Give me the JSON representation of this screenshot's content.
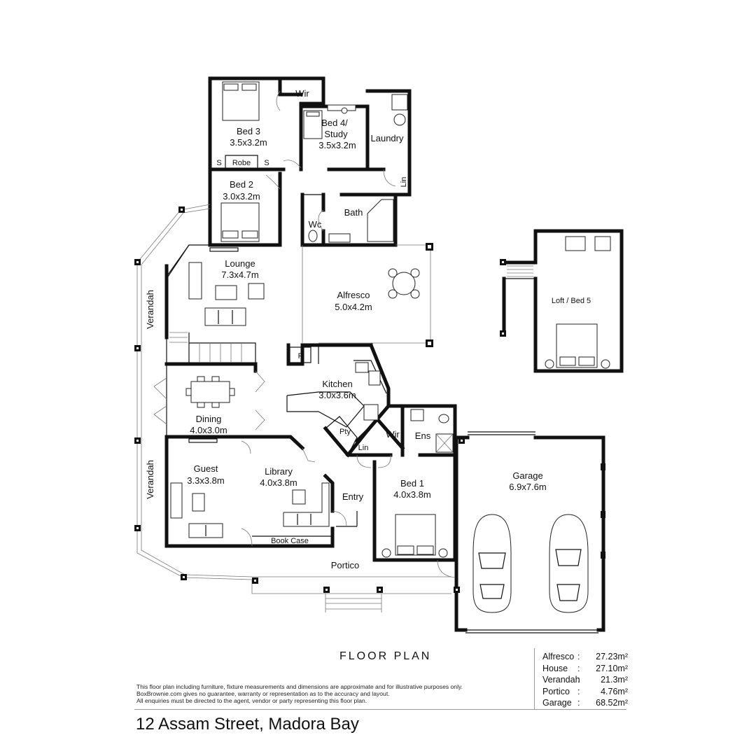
{
  "rooms": {
    "bed3": {
      "name": "Bed 3",
      "dim": "3.5x3.2m"
    },
    "wir_top": {
      "name": "Wir"
    },
    "bed4": {
      "name": "Bed 4/",
      "name2": "Study",
      "dim": "3.5x3.2m"
    },
    "laundry": {
      "name": "Laundry"
    },
    "robe": {
      "name": "Robe"
    },
    "s_left": {
      "name": "S"
    },
    "s_right": {
      "name": "S"
    },
    "lin_top": {
      "name": "Lin"
    },
    "bed2": {
      "name": "Bed 2",
      "dim": "3.0x3.2m"
    },
    "bath": {
      "name": "Bath"
    },
    "wc": {
      "name": "Wc"
    },
    "lounge": {
      "name": "Lounge",
      "dim": "7.3x4.7m"
    },
    "alfresco": {
      "name": "Alfresco",
      "dim": "5.0x4.2m"
    },
    "verandah_upper": {
      "name": "Verandah"
    },
    "verandah_lower": {
      "name": "Verandah"
    },
    "fridge": {
      "name": "F"
    },
    "kitchen": {
      "name": "Kitchen",
      "dim": "3.0x3.6m"
    },
    "pty": {
      "name": "Pty"
    },
    "lin_mid": {
      "name": "Lin"
    },
    "wir_ens": {
      "name": "Wir"
    },
    "ens": {
      "name": "Ens"
    },
    "dining": {
      "name": "Dining",
      "dim": "4.0x3.0m"
    },
    "guest": {
      "name": "Guest",
      "dim": "3.3x3.8m"
    },
    "library": {
      "name": "Library",
      "dim": "4.0x3.8m"
    },
    "entry": {
      "name": "Entry"
    },
    "bed1": {
      "name": "Bed 1",
      "dim": "4.0x3.8m"
    },
    "garage": {
      "name": "Garage",
      "dim": "6.9x7.6m"
    },
    "book_case": {
      "name": "Book Case"
    },
    "portico": {
      "name": "Portico"
    },
    "loft": {
      "name": "Loft / Bed 5"
    }
  },
  "title": "FLOOR PLAN",
  "disclaimer": [
    "This floor plan including furniture, fixture measurements and dimensions are approximate and for illustrative purposes only.",
    "BoxBrownie.com gives no guarantee, warranty or representation as to the accuracy and layout.",
    "All enquiries must be directed to the agent, vendor or party representing this floor plan."
  ],
  "areas": [
    {
      "name": "Alfresco",
      "sep": ":",
      "value": "27.23m²"
    },
    {
      "name": "House",
      "sep": ":",
      "value": "27.10m²"
    },
    {
      "name": "Verandah",
      "sep": ":",
      "value": "21.3m²"
    },
    {
      "name": "Portico",
      "sep": ":",
      "value": "4.76m²"
    },
    {
      "name": "Garage",
      "sep": ":",
      "value": "68.52m²"
    }
  ],
  "address": "12 Assam Street, Madora Bay"
}
